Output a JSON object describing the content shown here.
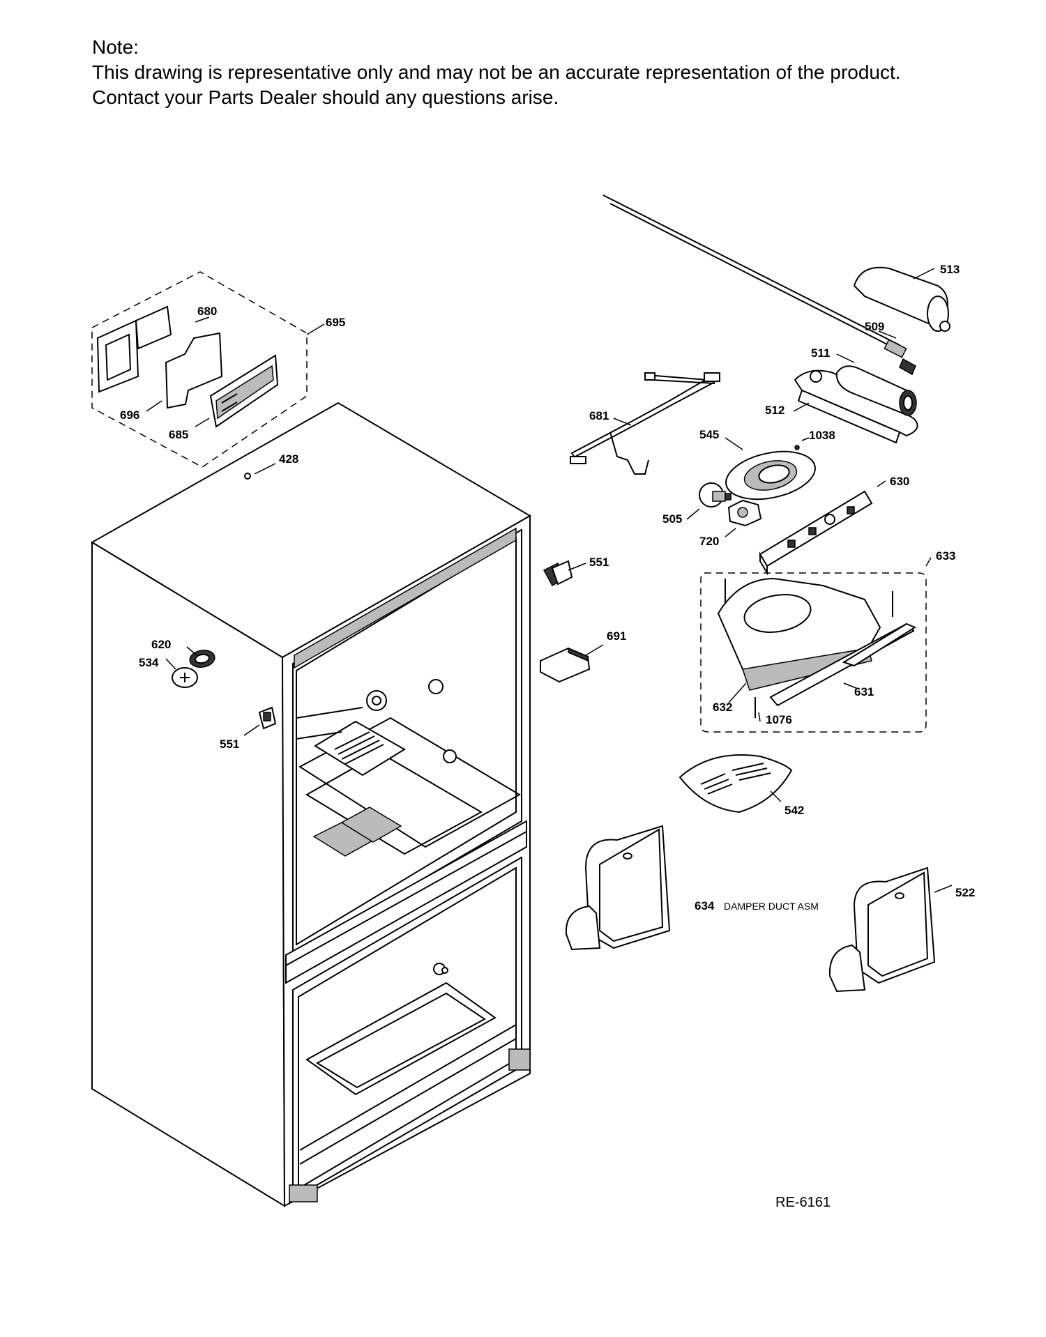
{
  "note": {
    "title": "Note:",
    "line1": "This drawing is representative only and may not be an accurate representation of the product.",
    "line2": "Contact your Parts Dealer should any questions arise."
  },
  "callouts": {
    "c513": "513",
    "c509": "509",
    "c511": "511",
    "c512": "512",
    "c681": "681",
    "c545": "545",
    "c1038": "1038",
    "c630": "630",
    "c505": "505",
    "c720": "720",
    "c633": "633",
    "c551a": "551",
    "c691": "691",
    "c632": "632",
    "c1076": "1076",
    "c631": "631",
    "c542": "542",
    "c522": "522",
    "c634": "634",
    "c634_desc": "DAMPER DUCT ASM",
    "c680": "680",
    "c695": "695",
    "c696": "696",
    "c685": "685",
    "c428": "428",
    "c620": "620",
    "c534": "534",
    "c551b": "551"
  },
  "reference": "RE-6161"
}
